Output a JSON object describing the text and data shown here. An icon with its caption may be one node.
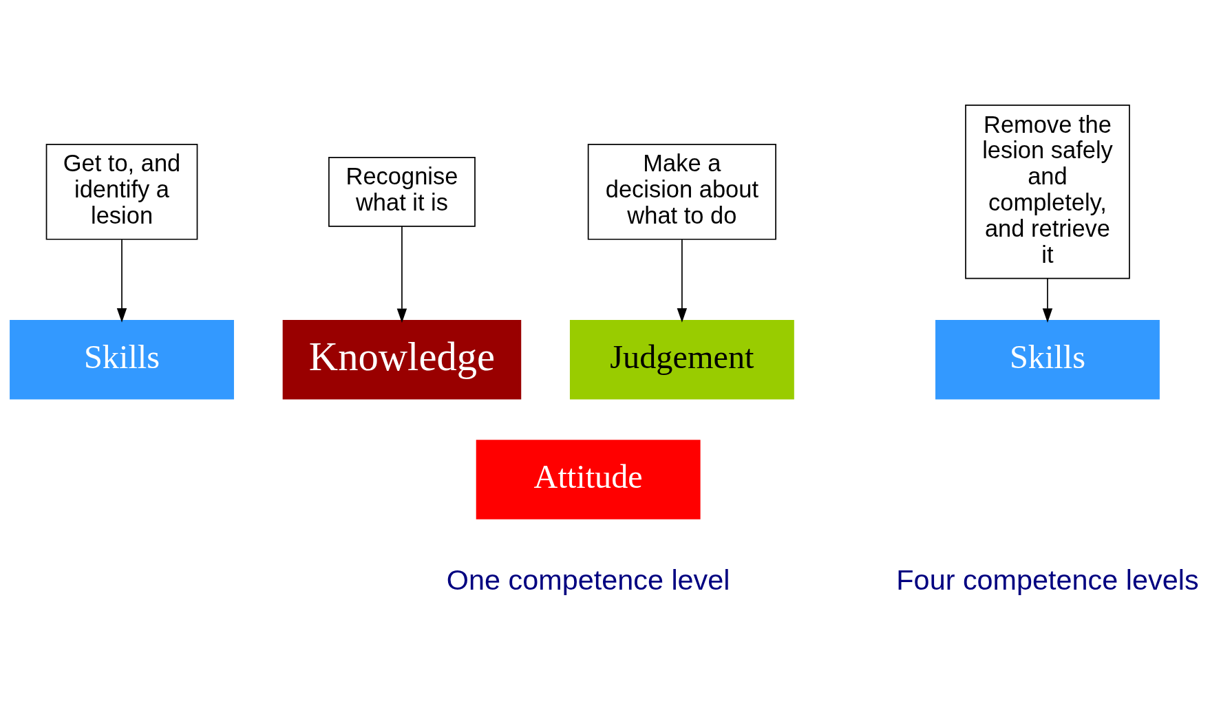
{
  "diagram": {
    "nodes": [
      {
        "text": [
          "Get to, and identify a lesion"
        ]
      },
      {
        "text": [
          "Recognise what it is"
        ]
      },
      {
        "text": [
          "Make a decision about what to do"
        ]
      },
      {
        "text": [
          "Remove the lesion safely and completely, and retrieve it"
        ]
      },
      {
        "text": [
          "Skills"
        ]
      },
      {
        "text": [
          "Knowledge"
        ]
      },
      {
        "text": [
          "Judgement"
        ]
      },
      {
        "text": [
          "Attitude"
        ]
      },
      {
        "text": [
          "Skills"
        ]
      }
    ],
    "edges": [
      {
        "from": 0,
        "to": 4,
        "arrow": "to"
      },
      {
        "from": 1,
        "to": 5,
        "arrow": "to"
      },
      {
        "from": 2,
        "to": 6,
        "arrow": "to"
      },
      {
        "from": 3,
        "to": 8,
        "arrow": "to"
      }
    ],
    "labels": [
      "One competence level",
      "Four competence levels"
    ]
  }
}
